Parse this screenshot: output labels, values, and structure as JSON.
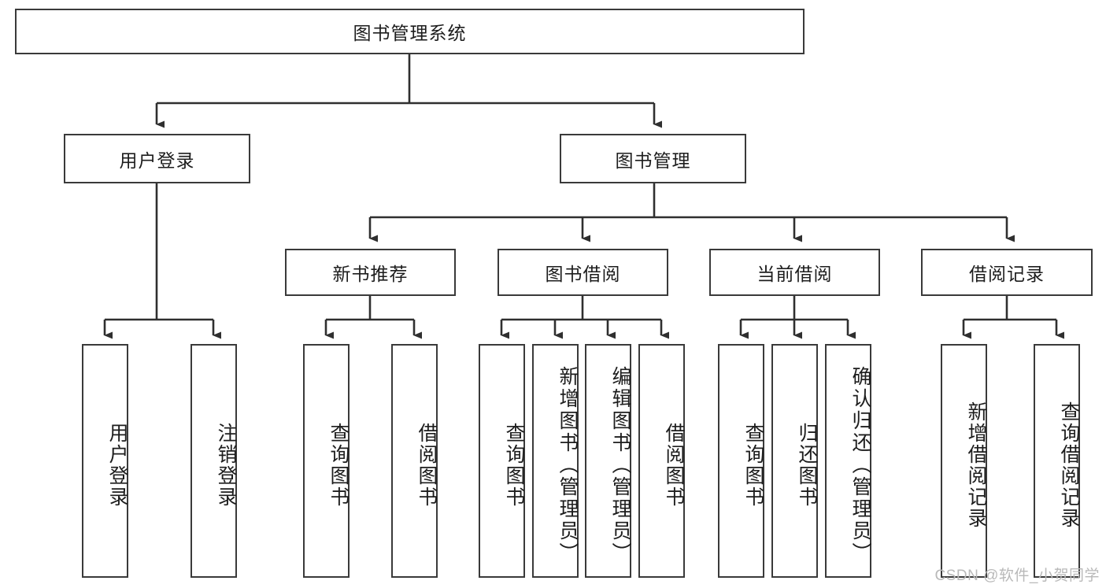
{
  "diagram": {
    "title": "图书管理系统",
    "type": "hierarchy-tree",
    "root": {
      "label": "图书管理系统"
    },
    "level2": [
      {
        "label": "用户登录"
      },
      {
        "label": "图书管理"
      }
    ],
    "level3": [
      {
        "label": "新书推荐"
      },
      {
        "label": "图书借阅"
      },
      {
        "label": "当前借阅"
      },
      {
        "label": "借阅记录"
      }
    ],
    "leaves": {
      "user_login": [
        {
          "label": "用户登录"
        },
        {
          "label": "注销登录"
        }
      ],
      "new_book_recommend": [
        {
          "label": "查询图书"
        },
        {
          "label": "借阅图书"
        }
      ],
      "book_borrow": [
        {
          "label": "查询图书"
        },
        {
          "label": "新增图书（管理员）"
        },
        {
          "label": "编辑图书（管理员）"
        },
        {
          "label": "借阅图书"
        }
      ],
      "current_borrow": [
        {
          "label": "查询图书"
        },
        {
          "label": "归还图书"
        },
        {
          "label": "确认归还（管理员）"
        }
      ],
      "borrow_record": [
        {
          "label": "新增借阅记录"
        },
        {
          "label": "查询借阅记录"
        }
      ]
    }
  },
  "watermark": {
    "text": "CSDN @软件_小贺同学"
  },
  "colors": {
    "border": "#3a3a3a",
    "text": "#1d1d1d",
    "background": "#ffffff",
    "watermark": "#b9b9b9"
  }
}
